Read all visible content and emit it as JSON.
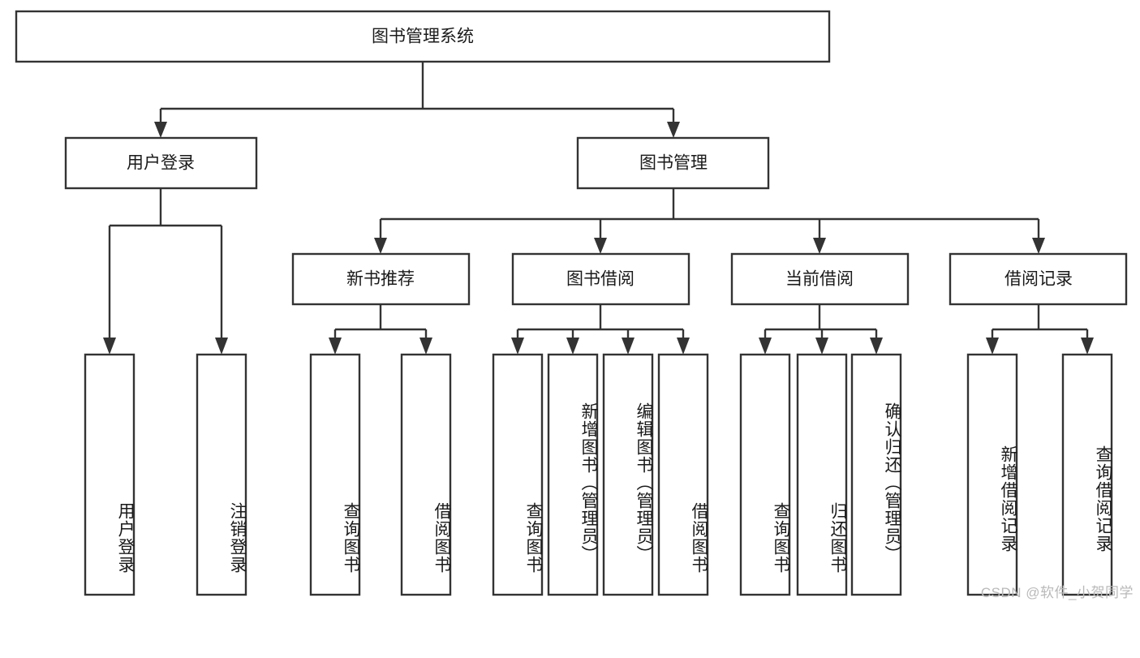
{
  "diagram": {
    "type": "hierarchy-tree",
    "title": "图书管理系统",
    "root": {
      "label": "图书管理系统",
      "level": 0
    },
    "level1": [
      {
        "label": "用户登录"
      },
      {
        "label": "图书管理"
      }
    ],
    "level2": [
      {
        "label": "新书推荐",
        "parent": "图书管理"
      },
      {
        "label": "图书借阅",
        "parent": "图书管理"
      },
      {
        "label": "当前借阅",
        "parent": "图书管理"
      },
      {
        "label": "借阅记录",
        "parent": "图书管理"
      }
    ],
    "leaves": {
      "用户登录": [
        {
          "label": "用户登录"
        },
        {
          "label": "注销登录"
        }
      ],
      "新书推荐": [
        {
          "label": "查询图书"
        },
        {
          "label": "借阅图书"
        }
      ],
      "图书借阅": [
        {
          "label": "查询图书"
        },
        {
          "label": "新增图书（管理员）"
        },
        {
          "label": "编辑图书（管理员）"
        },
        {
          "label": "借阅图书"
        }
      ],
      "当前借阅": [
        {
          "label": "查询图书"
        },
        {
          "label": "归还图书"
        },
        {
          "label": "确认归还（管理员）"
        }
      ],
      "借阅记录": [
        {
          "label": "新增借阅记录"
        },
        {
          "label": "查询借阅记录"
        }
      ]
    }
  },
  "watermark": {
    "text": "CSDN @软件_小贺同学"
  },
  "colors": {
    "stroke": "#333333",
    "fill": "#ffffff",
    "text": "#1a1a1a",
    "watermark": "#b9b9b9"
  }
}
